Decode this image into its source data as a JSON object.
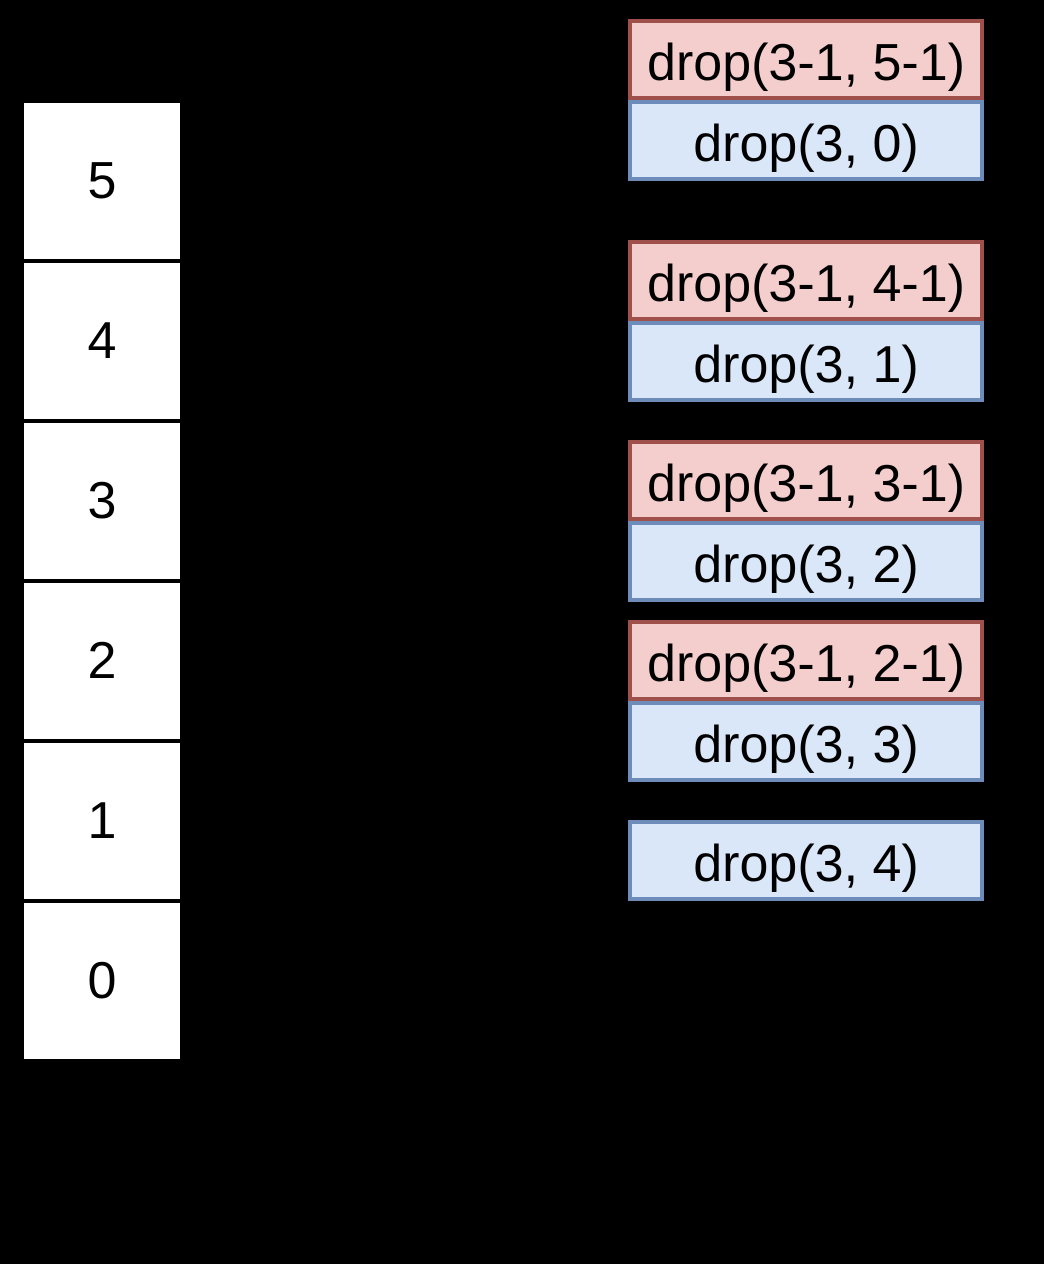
{
  "stack": {
    "cells": [
      {
        "label": "5"
      },
      {
        "label": "4"
      },
      {
        "label": "3"
      },
      {
        "label": "2"
      },
      {
        "label": "1"
      },
      {
        "label": "0"
      }
    ]
  },
  "calls": [
    {
      "expanded": "drop(3-1, 5-1)",
      "call": "drop(3, 0)"
    },
    {
      "expanded": "drop(3-1, 4-1)",
      "call": "drop(3, 1)"
    },
    {
      "expanded": "drop(3-1, 3-1)",
      "call": "drop(3, 2)"
    },
    {
      "expanded": "drop(3-1, 2-1)",
      "call": "drop(3, 3)"
    },
    {
      "call": "drop(3, 4)"
    }
  ],
  "colors": {
    "background": "#000000",
    "cell_fill": "#ffffff",
    "text": "#000000",
    "red_fill": "#f4cdcd",
    "red_border": "#a0504b",
    "blue_fill": "#dae7f8",
    "blue_border": "#6e8cb9"
  }
}
